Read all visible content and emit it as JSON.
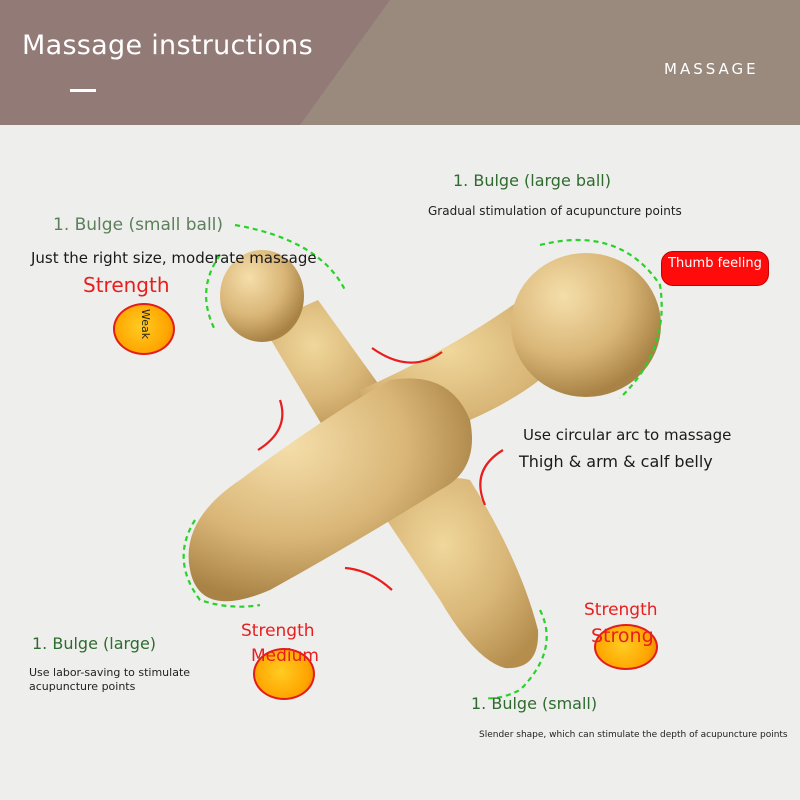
{
  "header": {
    "title": "Massage instructions",
    "tag": "MASSAGE"
  },
  "labels": {
    "small_ball_title": "1. Bulge (small ball)",
    "small_ball_desc": "Just the right size, moderate massage",
    "small_ball_strength": "Strength",
    "small_ball_level": "Weak",
    "large_ball_title": "1. Bulge (large ball)",
    "large_ball_desc": "Gradual stimulation of acupuncture points",
    "thumb_badge": "Thumb feeling",
    "circular_arc": "Use circular arc to massage",
    "thigh_arm": "Thigh & arm & calf belly",
    "large_title": "1. Bulge (large)",
    "large_desc_line1": "Use labor-saving to stimulate",
    "large_desc_line2": "acupuncture points",
    "medium_strength": "Strength",
    "medium_level": "Medium",
    "strong_strength": "Strength",
    "strong_level": "Strong",
    "small_title": "1. Bulge (small)",
    "small_desc": "Slender shape, which can stimulate the depth of acupuncture points"
  },
  "colors": {
    "header_left": "#927a77",
    "header_right": "#9a8a7d",
    "label_green": "#2f6b2f",
    "accent_red": "#e81e1e",
    "wood": "#d7b77a",
    "dashed_arc": "#2bd12b"
  },
  "icons": {
    "product": "wooden-massager-image"
  }
}
